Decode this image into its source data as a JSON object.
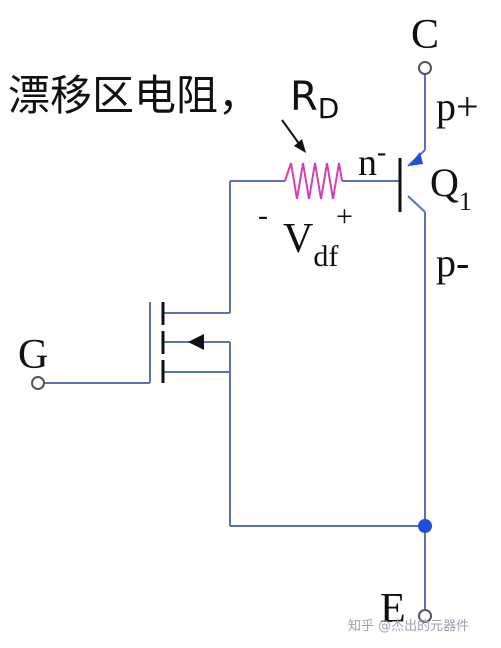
{
  "diagram": {
    "title": "漂移区电阻，",
    "resistor_label": "R",
    "resistor_sub": "D",
    "voltage_label": "V",
    "voltage_sub": "df",
    "voltage_minus": "-",
    "voltage_plus": "+",
    "collector_label": "C",
    "gate_label": "G",
    "emitter_label": "E",
    "transistor_label": "Q",
    "transistor_sub": "1",
    "region_p_plus": "p+",
    "region_n_minus": "n",
    "region_n_minus_sup": "-",
    "region_p_minus": "p-",
    "watermark": "知乎 @杰出的元器件",
    "colors": {
      "wire": "#5b72b8",
      "resistor": "#d63fb4",
      "node": "#1f4fd8",
      "arrow": "#1f4fd8",
      "text": "#111111"
    }
  }
}
